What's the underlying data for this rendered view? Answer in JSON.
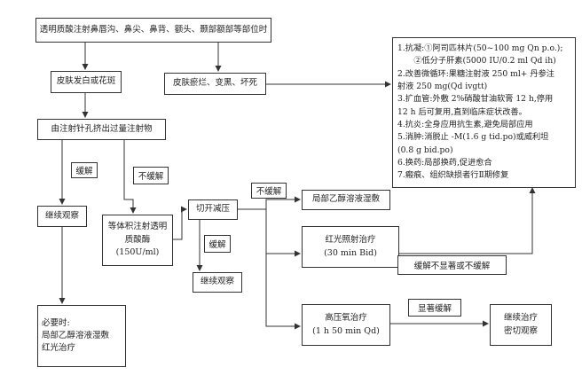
{
  "nodes": {
    "top": "透明质酸注射鼻唇沟、鼻尖、鼻背、额头、颞部额部等部位时",
    "pale": "皮肤发白或花斑",
    "necrosis": "皮肤瘀烂、变黑、坏死",
    "squeeze": "由注射针孔挤出过量注射物",
    "observe1": "继续观察",
    "hyaluronidase": [
      "等体积注射透明",
      "质酸酶",
      "(150U/ml)"
    ],
    "incision": "切开减压",
    "observe2": "继续观察",
    "alcohol": "局部乙醇溶液湿敷",
    "redlight": [
      "红光照射治疗",
      "(30 min  Bid)"
    ],
    "hbo": [
      "高压氧治疗",
      "(1 h 50 min Qd)"
    ],
    "continue": [
      "继续治疗",
      "密切观察"
    ],
    "note": [
      "必要时:",
      "局部乙醇溶液湿敷",
      "红光治疗"
    ],
    "treatment": [
      "1.抗凝:①阿司匹林片(50~100 mg Qn p.o.);",
      "　　②低分子肝素(5000 IU/0.2 ml Qd ih)",
      "2.改善微循环:果糖注射液 250 ml+ 丹参注",
      "射液 250 mg(Qd ivgtt)",
      "3.扩血管:外敷 2%硝酸甘油软膏 12 h,停用",
      "12 h 后可复用,直到临床症状改善。",
      "4.抗炎:全身应用抗生素,避免局部应用",
      "5.消肿:消脱止 -M(1.6 g tid.po)或威利坦",
      "(0.8 g bid.po)",
      "6.换药:局部换药,促进愈合",
      "7.瘢痕、组织缺损者行Ⅱ期修复"
    ]
  },
  "labels": {
    "relief1": "缓解",
    "norelief1": "不缓解",
    "norelief2": "不缓解",
    "relief2": "缓解",
    "not_obvious": "缓解不显著或不缓解",
    "obvious": "显著缓解"
  }
}
